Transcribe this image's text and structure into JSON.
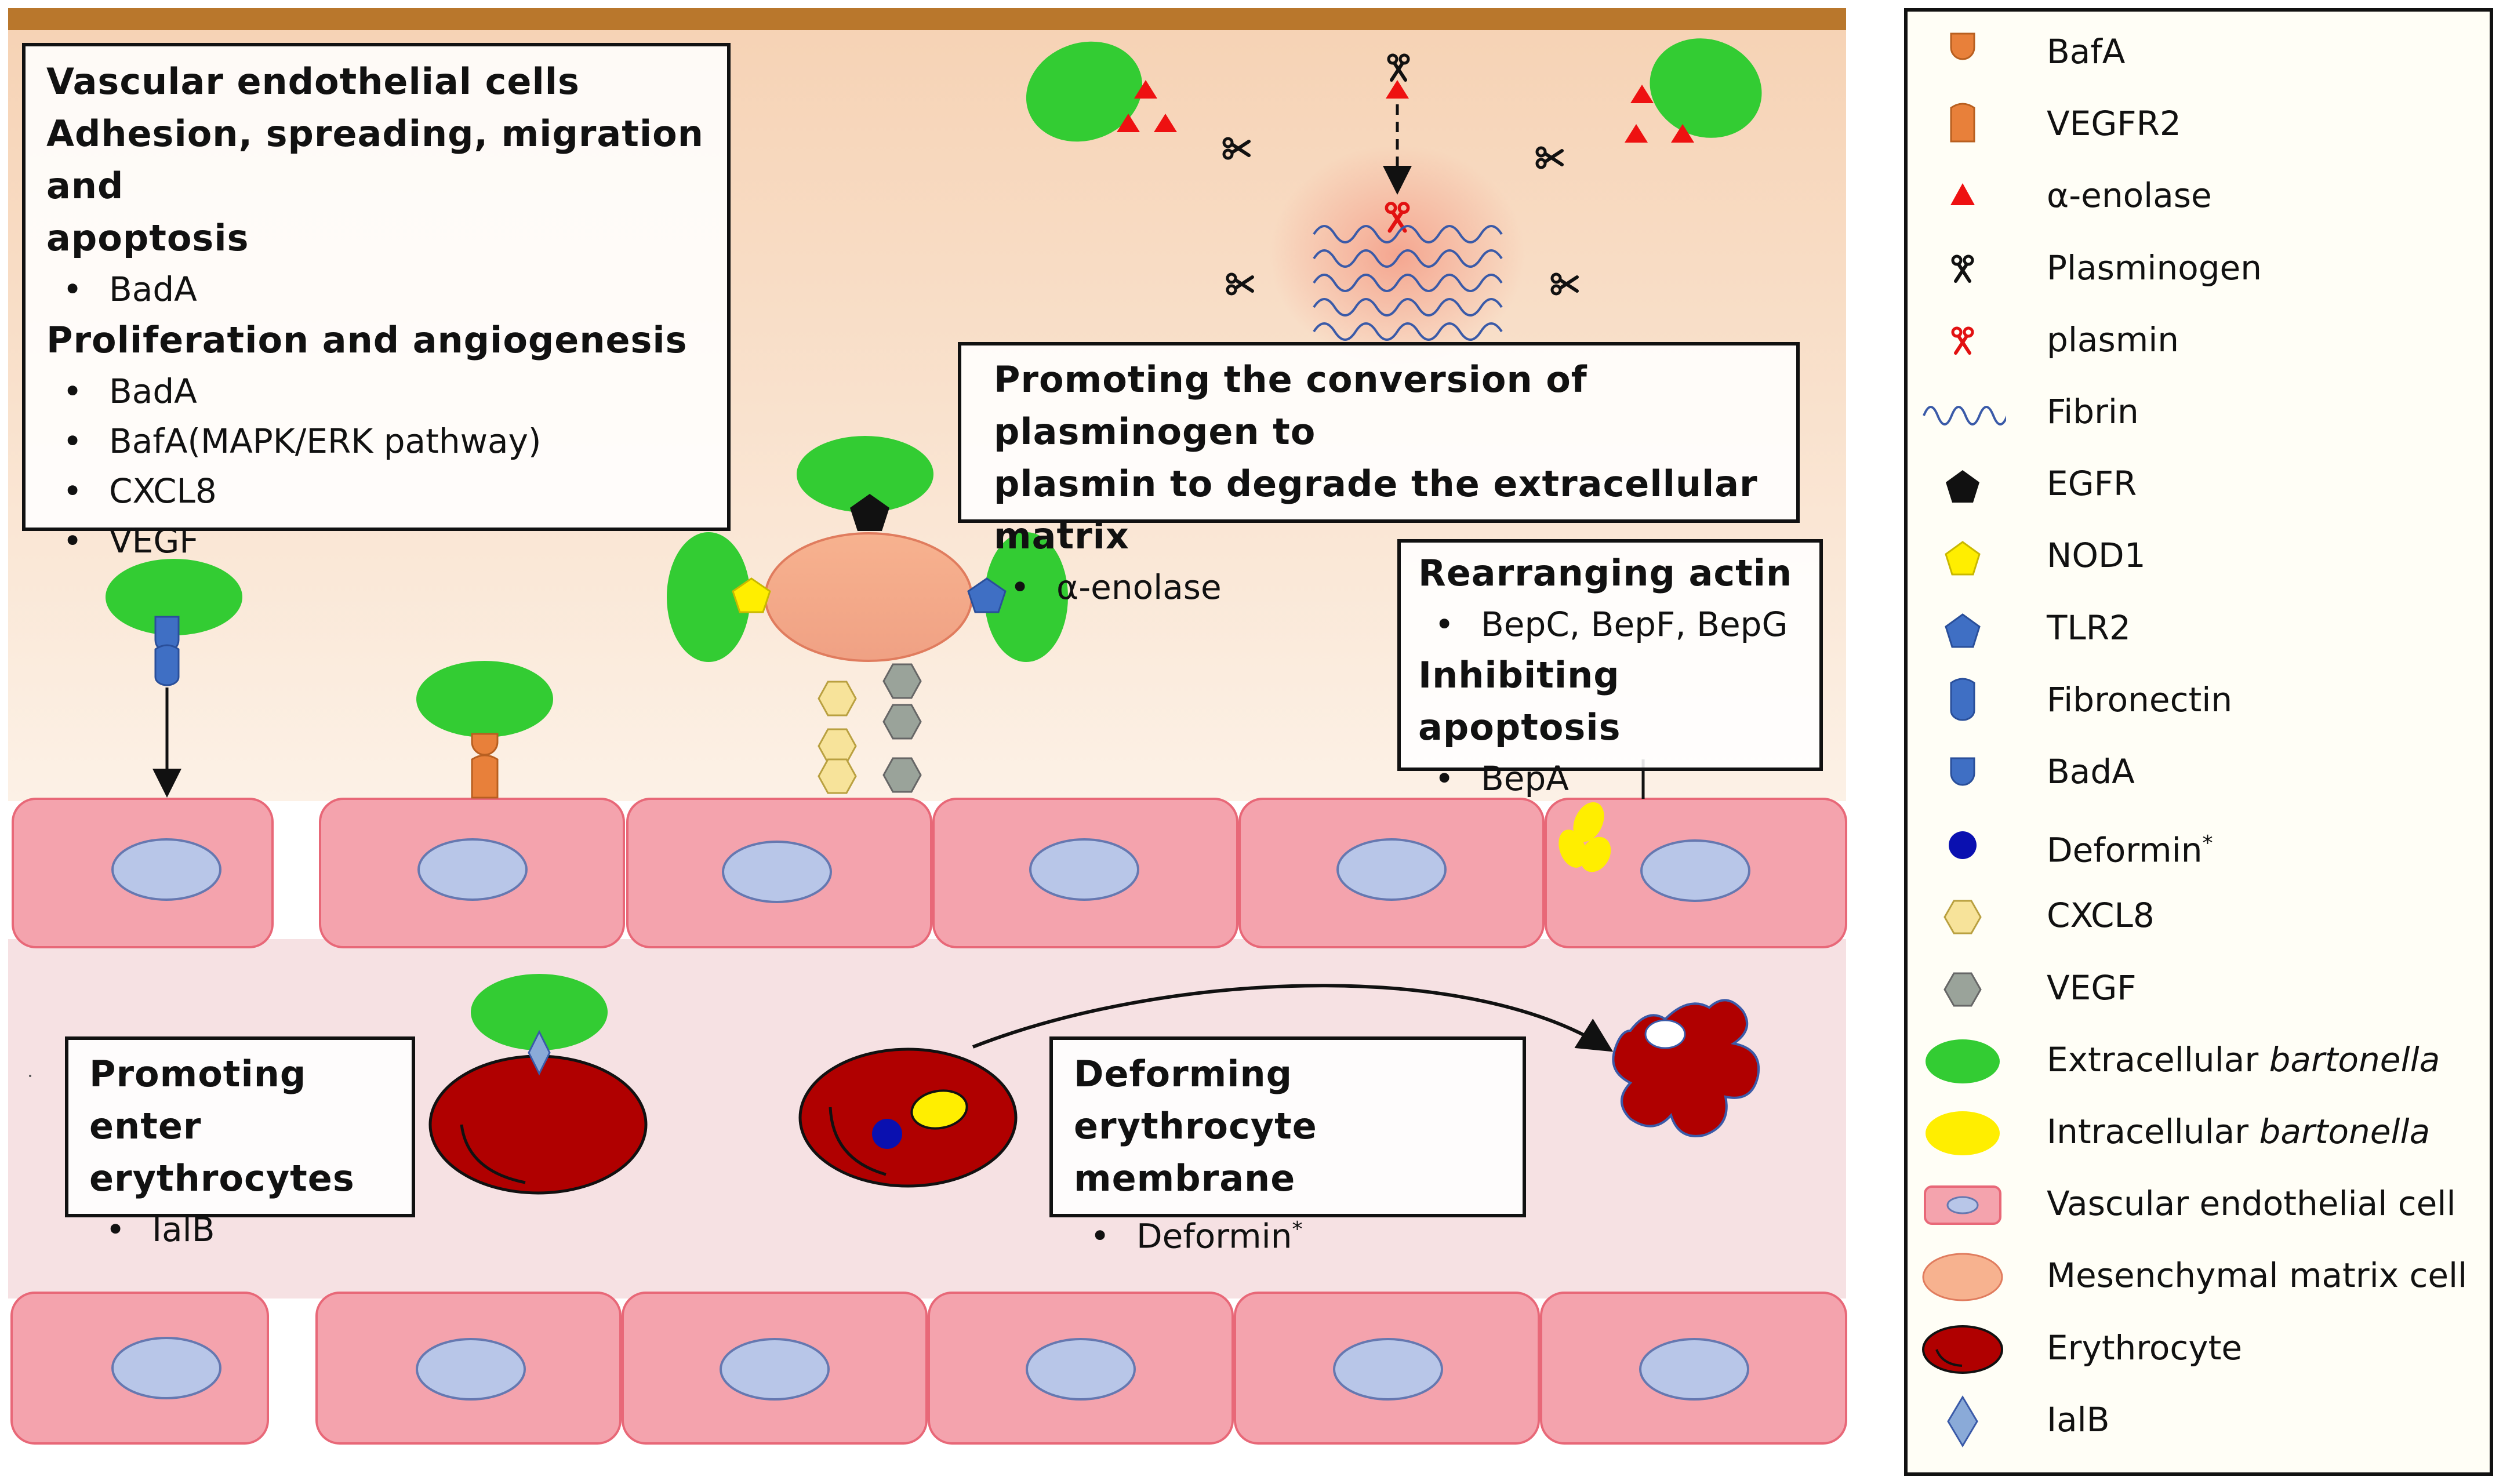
{
  "boxes": {
    "endothelial": {
      "title": "Vascular endothelial cells",
      "subtitle1": "Adhesion, spreading, migration and",
      "subtitle1b": "apoptosis",
      "items1": [
        "BadA"
      ],
      "subtitle2": "Proliferation and angiogenesis",
      "items2": [
        "BadA",
        "BafA(MAPK/ERK pathway)",
        "CXCL8",
        "VEGF"
      ]
    },
    "plasminogen": {
      "title1": "Promoting the conversion of plasminogen to",
      "title2": "plasmin to degrade the extracellular matrix",
      "items": [
        "α-enolase"
      ]
    },
    "actin": {
      "title1": "Rearranging actin",
      "items1": [
        "BepC, BepF, BepG"
      ],
      "title2": "Inhibiting apoptosis",
      "items2": [
        "BepA"
      ]
    },
    "enter": {
      "title1": "Promoting enter",
      "title2": "erythrocytes",
      "items": [
        "IalB"
      ]
    },
    "deform": {
      "title1": "Deforming erythrocyte",
      "title2": "membrane",
      "item_text": "Deformin",
      "item_mark": "*"
    }
  },
  "legend": {
    "items": [
      {
        "icon": "bafa-icon",
        "label": "BafA"
      },
      {
        "icon": "vegfr2-icon",
        "label": "VEGFR2"
      },
      {
        "icon": "alpha-enolase-icon",
        "label": "α-enolase"
      },
      {
        "icon": "plasminogen-icon",
        "label": "Plasminogen"
      },
      {
        "icon": "plasmin-icon",
        "label": "plasmin"
      },
      {
        "icon": "fibrin-icon",
        "label": "Fibrin"
      },
      {
        "icon": "egfr-icon",
        "label": "EGFR"
      },
      {
        "icon": "nod1-icon",
        "label": "NOD1"
      },
      {
        "icon": "tlr2-icon",
        "label": "TLR2"
      },
      {
        "icon": "fibronectin-icon",
        "label": "Fibronectin"
      },
      {
        "icon": "bada-icon",
        "label": "BadA"
      },
      {
        "icon": "deformin-icon",
        "label": "Deformin",
        "mark": "*"
      },
      {
        "icon": "cxcl8-icon",
        "label": "CXCL8"
      },
      {
        "icon": "vegf-icon",
        "label": "VEGF"
      },
      {
        "icon": "extracellular-bartonella-icon",
        "label": "Extracellular ",
        "italic": "bartonella"
      },
      {
        "icon": "intracellular-bartonella-icon",
        "label": "Intracellular ",
        "italic": "bartonella"
      },
      {
        "icon": "endothelial-cell-icon",
        "label": "Vascular endothelial cell"
      },
      {
        "icon": "mesenchymal-cell-icon",
        "label": "Mesenchymal matrix cell"
      },
      {
        "icon": "erythrocyte-icon",
        "label": "Erythrocyte"
      },
      {
        "icon": "ialb-icon",
        "label": "IalB"
      }
    ]
  },
  "colors": {
    "bartonella_green": "#33cc33",
    "intracellular_yellow": "#ffee00",
    "endothelial_pink": "#f4a3ad",
    "nucleus_blue": "#b8c6e8",
    "erythrocyte_red": "#b00000",
    "enolase_red": "#ee1111",
    "bafa_orange": "#e8803a",
    "receptor_blue": "#3f6fc4",
    "deformin_blue": "#0a10b0",
    "cxcl8_yellow": "#f7e39a",
    "vegf_grey": "#9aa39a",
    "top_bar_brown": "#b9772c",
    "vessel_lumen": "#f6e1e3"
  }
}
